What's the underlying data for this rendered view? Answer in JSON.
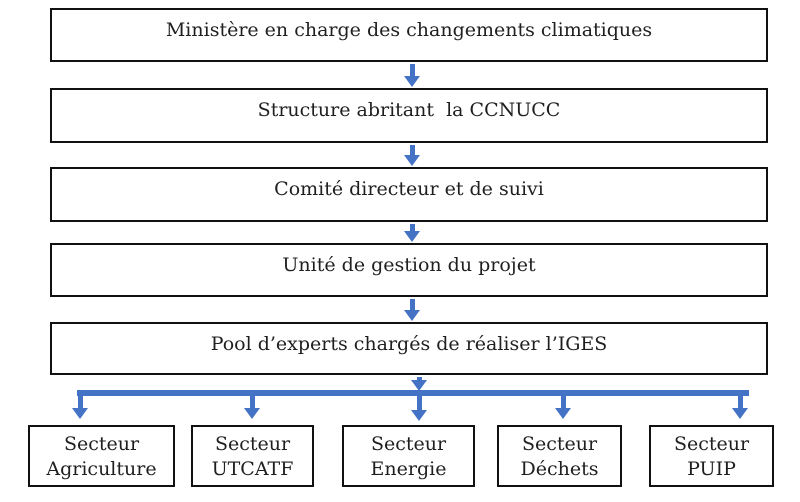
{
  "diagram": {
    "type": "org-flowchart",
    "accent_color": "#4472C4",
    "border_color": "#111111",
    "text_color": "#1f1f1f",
    "levels": [
      {
        "label": "Ministère en charge des changements climatiques"
      },
      {
        "label": "Structure abritant  la CCNUCC"
      },
      {
        "label": "Comité directeur et de suivi"
      },
      {
        "label": "Unité de gestion du projet"
      },
      {
        "label": "Pool d’experts chargés de réaliser l’IGES"
      }
    ],
    "sectors": [
      {
        "line1": "Secteur",
        "line2": "Agriculture"
      },
      {
        "line1": "Secteur",
        "line2": "UTCATF"
      },
      {
        "line1": "Secteur",
        "line2": "Energie"
      },
      {
        "line1": "Secteur",
        "line2": "Déchets"
      },
      {
        "line1": "Secteur",
        "line2": "PUIP"
      }
    ]
  }
}
